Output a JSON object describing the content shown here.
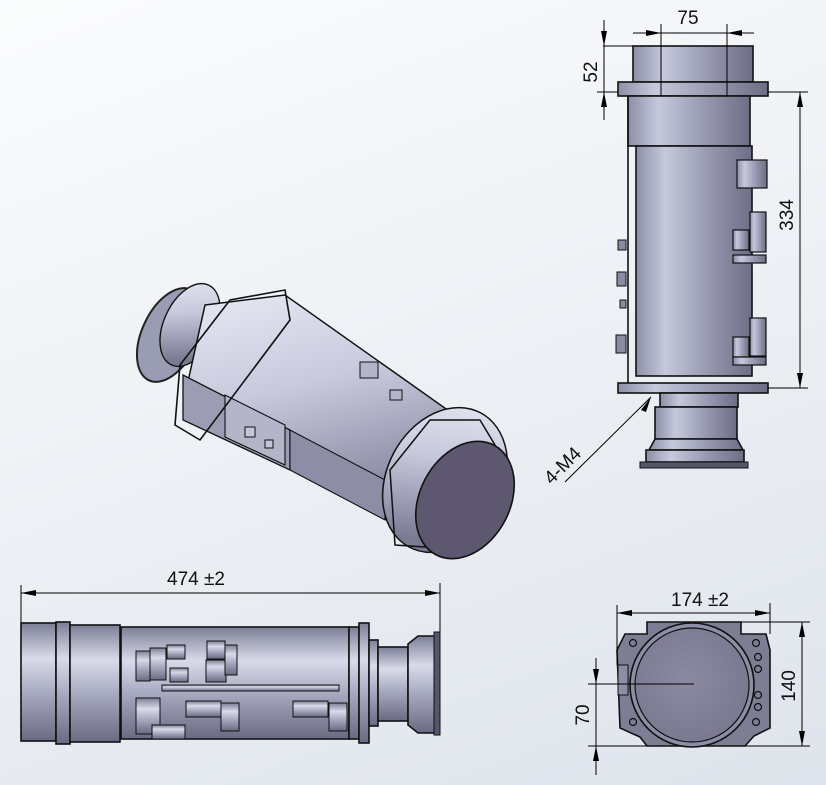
{
  "drawing": {
    "type": "engineering-drawing",
    "subject": "cylindrical camera / lens housing assembly",
    "views": {
      "top_view": {
        "dimensions": {
          "width": "75",
          "flange_height": "52",
          "body_length": "334",
          "mount_callout": "4-M4"
        }
      },
      "isometric_view": {
        "label": ""
      },
      "side_view": {
        "dimensions": {
          "overall_length": "474 ±2"
        }
      },
      "end_view": {
        "dimensions": {
          "width": "174 ±2",
          "height": "140",
          "center_height": "70"
        }
      }
    },
    "colors": {
      "body_light": "#c9cbe0",
      "body_dark": "#6f7088",
      "lens_face": "#5d5870",
      "outline": "#111111",
      "background": "#eef1f5"
    }
  }
}
